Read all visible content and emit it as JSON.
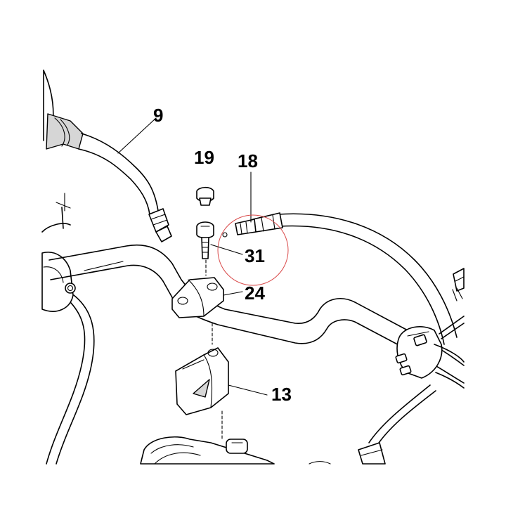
{
  "labels": {
    "part_9": "9",
    "part_19": "19",
    "part_18": "18",
    "part_31": "31",
    "part_24": "24",
    "part_13": "13"
  },
  "colors": {
    "line": "#000000",
    "background": "#ffffff",
    "highlight_circle": "#d94a4a"
  }
}
